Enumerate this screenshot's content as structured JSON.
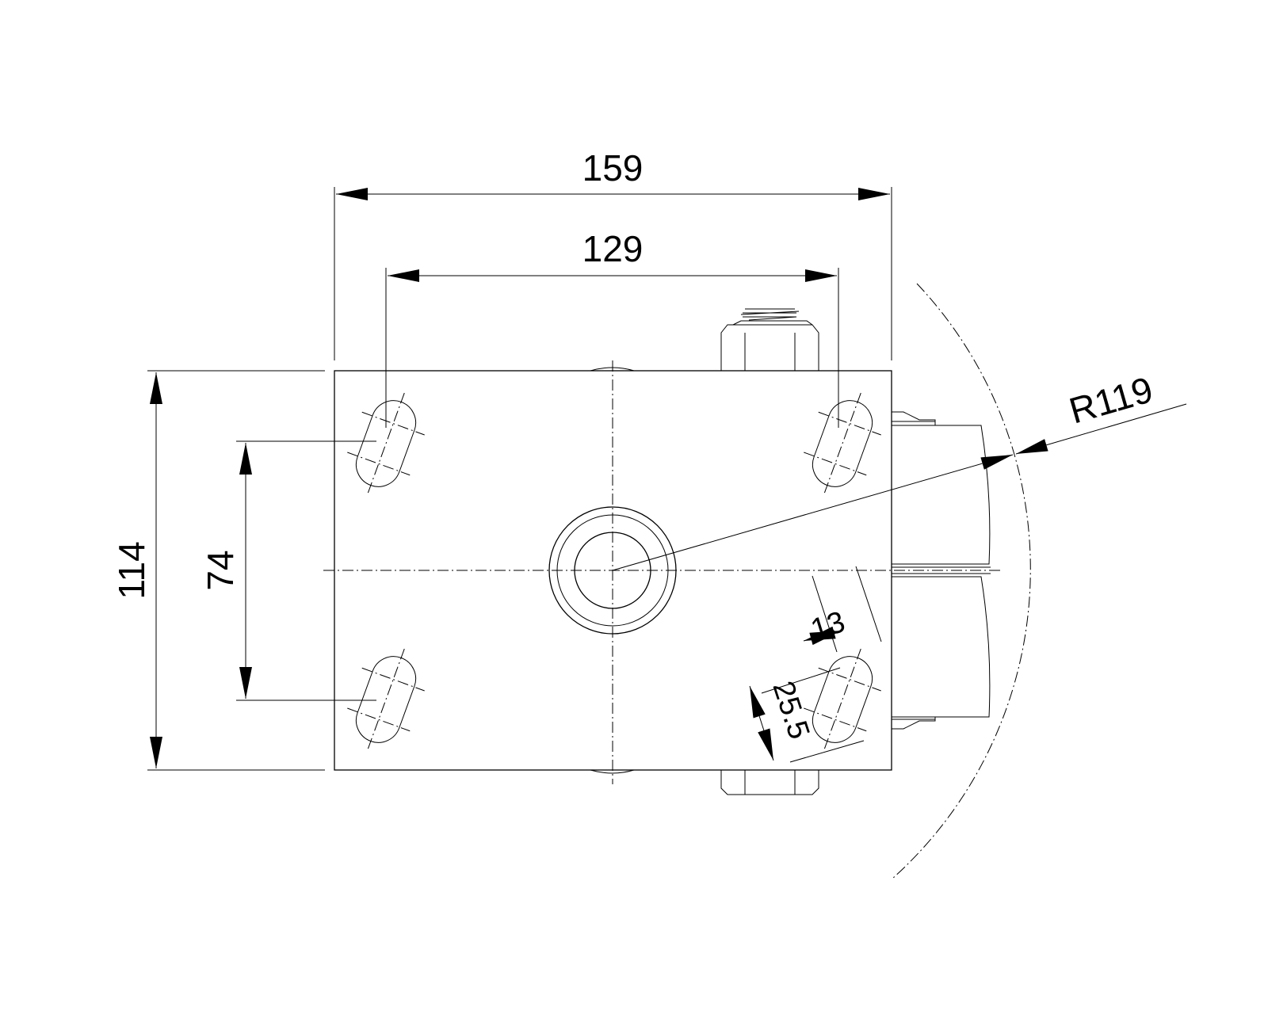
{
  "drawing": {
    "dimensions": {
      "overall_width": "159",
      "hole_spacing_x": "129",
      "overall_height": "114",
      "hole_spacing_y": "74",
      "radius": "R119",
      "slot_width": "13",
      "slot_length": "25.5"
    },
    "colors": {
      "line": "#000000",
      "background": "#ffffff"
    }
  }
}
